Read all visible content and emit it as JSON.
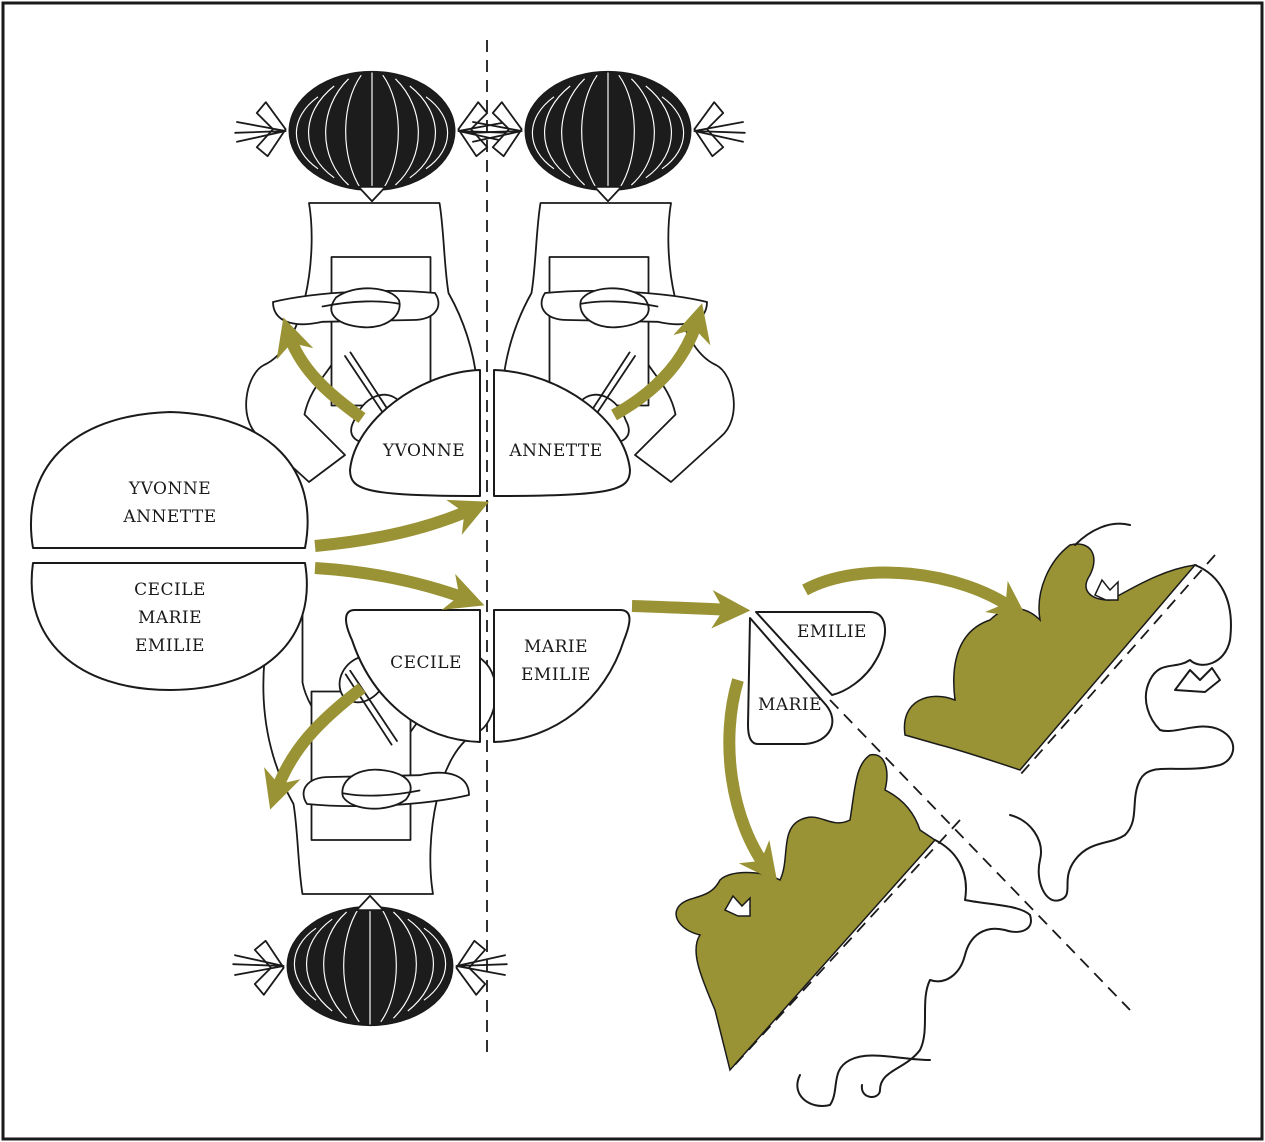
{
  "colors": {
    "ink": "#1a1a1a",
    "olive": "#9a9335",
    "paper": "#ffffff"
  },
  "stages": {
    "two_cell": {
      "upper_label_line1": "YVONNE",
      "upper_label_line2": "ANNETTE",
      "lower_label_line1": "CECILE",
      "lower_label_line2": "MARIE",
      "lower_label_line3": "EMILIE"
    },
    "four_cell": {
      "upper_left": "YVONNE",
      "upper_right": "ANNETTE",
      "lower_left": "CECILE",
      "lower_right_line1": "MARIE",
      "lower_right_line2": "EMILIE"
    },
    "final_split": {
      "top": "EMILIE",
      "bottom": "MARIE"
    }
  },
  "icons": {
    "girl": "writing-girl-top-view-icon",
    "baby": "conjoined-baby-silhouette-icon",
    "arrow": "olive-curved-arrow-icon"
  }
}
